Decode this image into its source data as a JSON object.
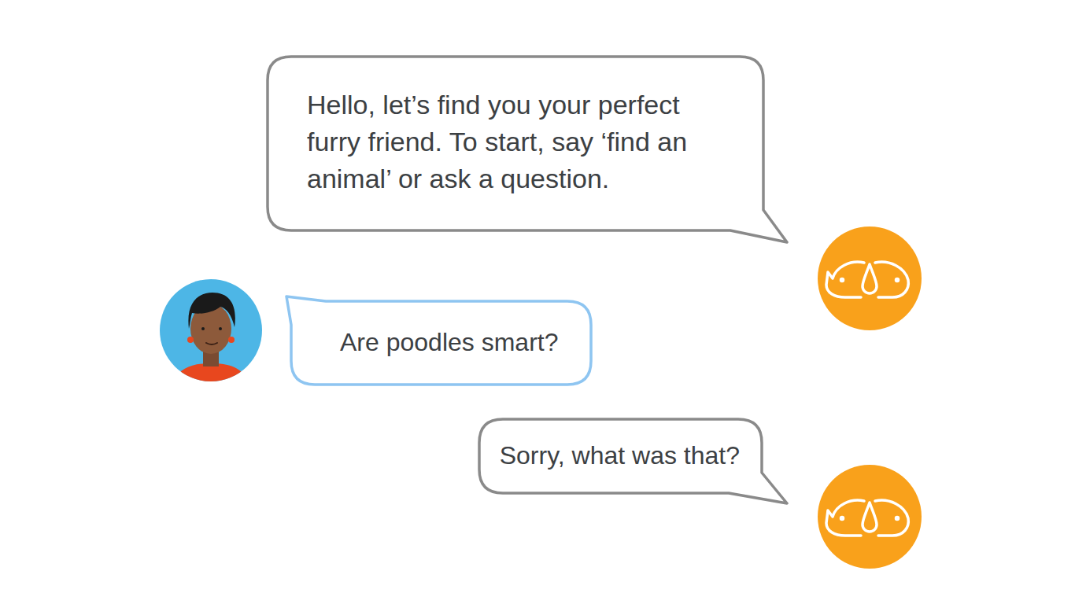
{
  "diagram": {
    "nodes": [
      {
        "text": [
          "Hello, let’s find you your perfect furry friend. To start, say ‘find an animal’ or ask a question."
        ]
      },
      {
        "text": [
          "Are poodles smart?"
        ]
      },
      {
        "text": [
          "Sorry, what was that?"
        ]
      }
    ]
  }
}
